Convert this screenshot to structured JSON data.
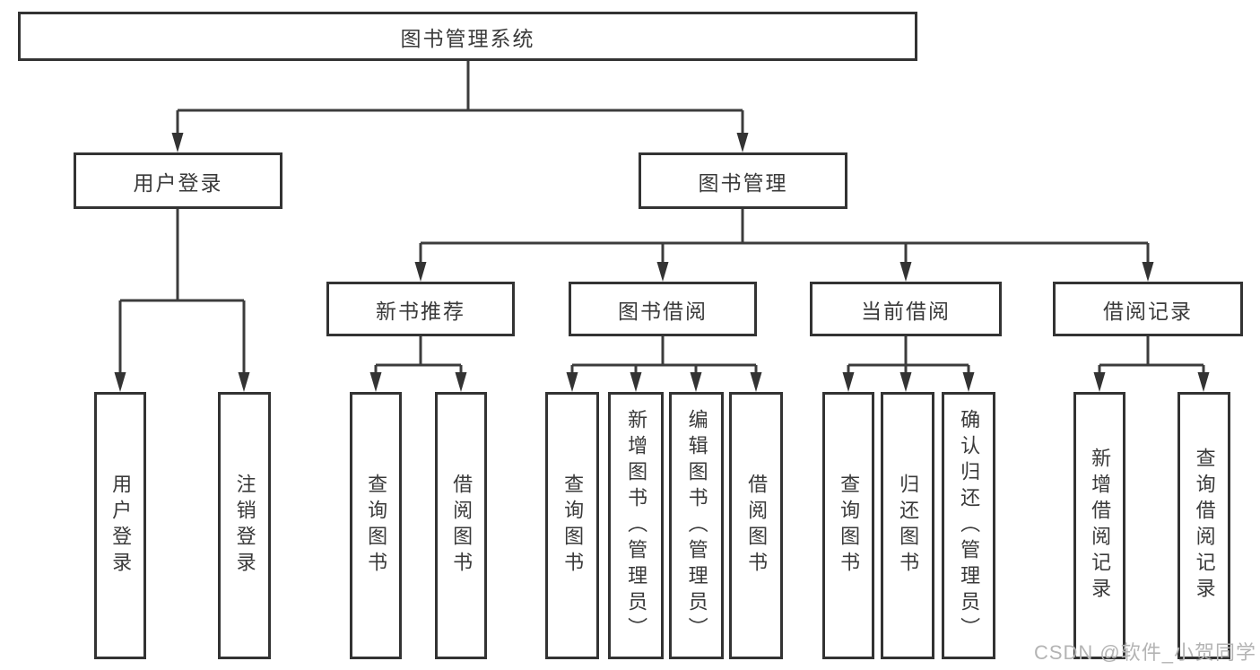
{
  "colors": {
    "line": "#3c3c3c",
    "border": "#333333",
    "text": "#3a3a3a",
    "background": "#ffffff",
    "watermark": "#b4b4b4"
  },
  "watermark": {
    "text": "CSDN @软件_小贺同学"
  },
  "tree": {
    "root": {
      "label": "图书管理系统"
    },
    "level1": [
      {
        "id": "user-login",
        "label": "用户登录"
      },
      {
        "id": "book-management",
        "label": "图书管理"
      }
    ],
    "level2": [
      {
        "id": "new-book-recommend",
        "parent": "book-management",
        "label": "新书推荐"
      },
      {
        "id": "book-borrowing",
        "parent": "book-management",
        "label": "图书借阅"
      },
      {
        "id": "current-borrowing",
        "parent": "book-management",
        "label": "当前借阅"
      },
      {
        "id": "borrowing-records",
        "parent": "book-management",
        "label": "借阅记录"
      }
    ],
    "leaves": [
      {
        "id": "user-login-leaf",
        "parent": "user-login",
        "label": "用户登录"
      },
      {
        "id": "logout",
        "parent": "user-login",
        "label": "注销登录"
      },
      {
        "id": "query-books-recommend",
        "parent": "new-book-recommend",
        "label": "查询图书"
      },
      {
        "id": "borrow-books-recommend",
        "parent": "new-book-recommend",
        "label": "借阅图书"
      },
      {
        "id": "query-books-borrowing",
        "parent": "book-borrowing",
        "label": "查询图书"
      },
      {
        "id": "add-books-admin",
        "parent": "book-borrowing",
        "label": "新增图书（管理员）"
      },
      {
        "id": "edit-books-admin",
        "parent": "book-borrowing",
        "label": "编辑图书（管理员）"
      },
      {
        "id": "borrow-books-borrowing",
        "parent": "book-borrowing",
        "label": "借阅图书"
      },
      {
        "id": "query-books-current",
        "parent": "current-borrowing",
        "label": "查询图书"
      },
      {
        "id": "return-books",
        "parent": "current-borrowing",
        "label": "归还图书"
      },
      {
        "id": "confirm-return-admin",
        "parent": "current-borrowing",
        "label": "确认归还（管理员）"
      },
      {
        "id": "add-borrowing-record",
        "parent": "borrowing-records",
        "label": "新增借阅记录"
      },
      {
        "id": "query-borrowing-record",
        "parent": "borrowing-records",
        "label": "查询借阅记录"
      }
    ]
  }
}
